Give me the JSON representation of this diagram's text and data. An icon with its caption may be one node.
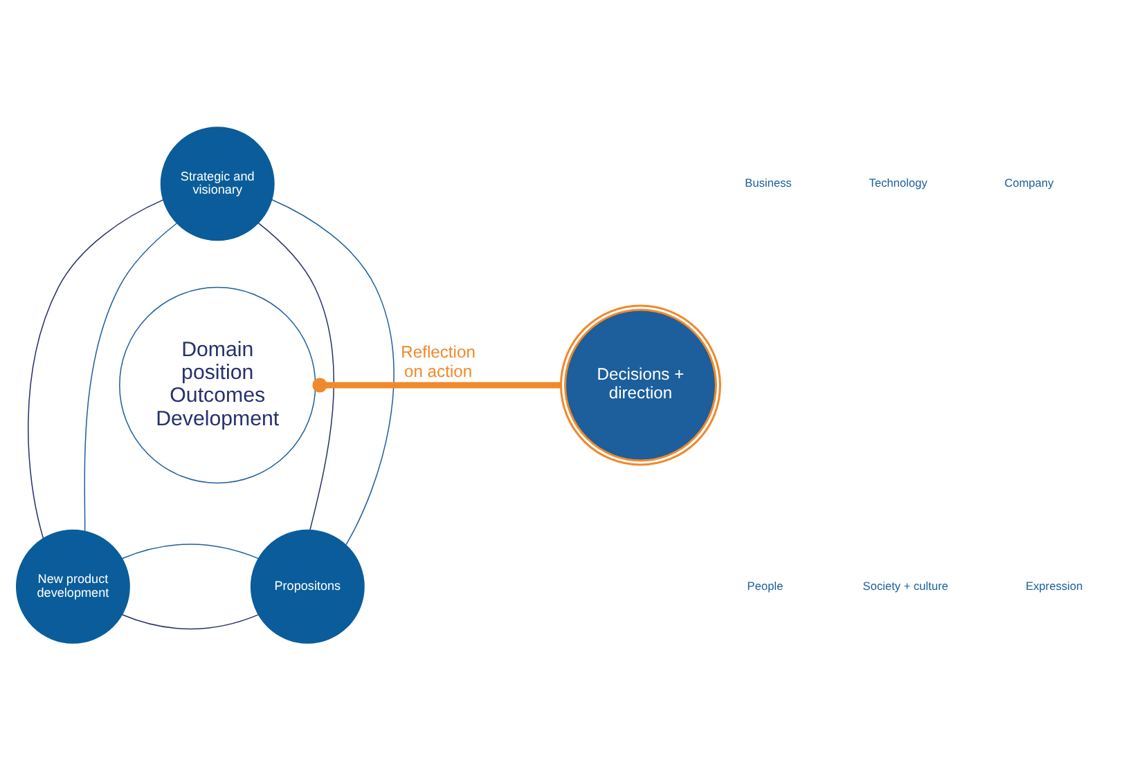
{
  "diagram": {
    "nodes": [
      {
        "text": [
          "Strategic and visionary"
        ]
      },
      {
        "text": [
          "New product development"
        ]
      },
      {
        "text": [
          "Propositons"
        ]
      },
      {
        "text": [
          "Domain position",
          "Outcomes Development"
        ]
      },
      {
        "text": [
          "Decisions + direction"
        ]
      }
    ],
    "edges": [
      {
        "from": 0,
        "to": 1,
        "arrow": "none",
        "color": "#27306e"
      },
      {
        "from": 0,
        "to": 2,
        "arrow": "none",
        "color": "#27306e"
      },
      {
        "from": 1,
        "to": 2,
        "arrow": "none",
        "color": "#27306e"
      },
      {
        "from": 0,
        "to": 1,
        "arrow": "none",
        "color": "#1f5f9e"
      },
      {
        "from": 0,
        "to": 2,
        "arrow": "none",
        "color": "#1f5f9e"
      },
      {
        "from": 1,
        "to": 2,
        "arrow": "none",
        "color": "#1f5f9e"
      },
      {
        "from": 3,
        "to": 4,
        "arrow": "other",
        "label": "Reflection on action",
        "style": "thick",
        "color": "#f0892b"
      }
    ],
    "labels": [
      "Company",
      "Technology",
      "Business",
      "Expression",
      "Society + culture",
      "People"
    ]
  }
}
